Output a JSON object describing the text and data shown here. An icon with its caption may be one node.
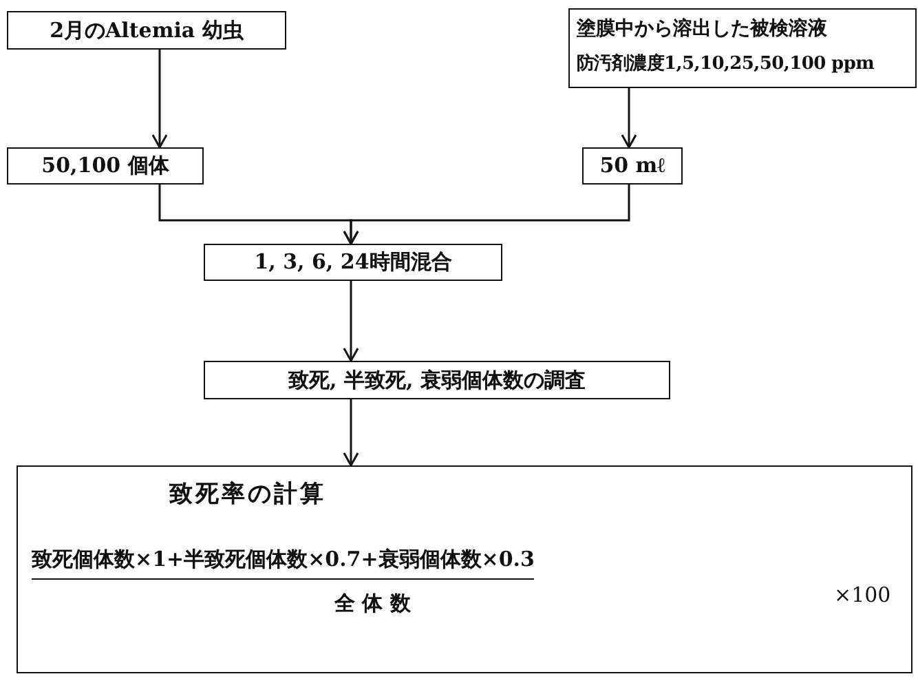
{
  "diagram": {
    "nodes": [
      {
        "text": [
          "2月のAltemia 幼虫"
        ]
      },
      {
        "text": [
          "塗膜中から溶出した被検溶液",
          "防汚剤濃度1,5,10,25,50,100 ppm"
        ]
      },
      {
        "text": [
          "50,100 個体"
        ]
      },
      {
        "text": [
          "50 mℓ"
        ]
      },
      {
        "text": [
          "1, 3, 6, 24時間混合"
        ]
      },
      {
        "text": [
          "致死, 半致死, 衰弱個体数の調査"
        ]
      },
      {
        "text": [
          "致死率の計算",
          "致死個体数×1+半致死個体数×0.7+衰弱個体数×0.3",
          "全 体 数",
          "×100"
        ]
      }
    ],
    "edges": [
      {
        "from": 0,
        "to": 2,
        "arrow": "to"
      },
      {
        "from": 1,
        "to": 3,
        "arrow": "to"
      },
      {
        "from": 2,
        "to": 4,
        "arrow": "to"
      },
      {
        "from": 3,
        "to": 4,
        "arrow": "to"
      },
      {
        "from": 4,
        "to": 5,
        "arrow": "to"
      },
      {
        "from": 5,
        "to": 6,
        "arrow": "to"
      }
    ]
  }
}
